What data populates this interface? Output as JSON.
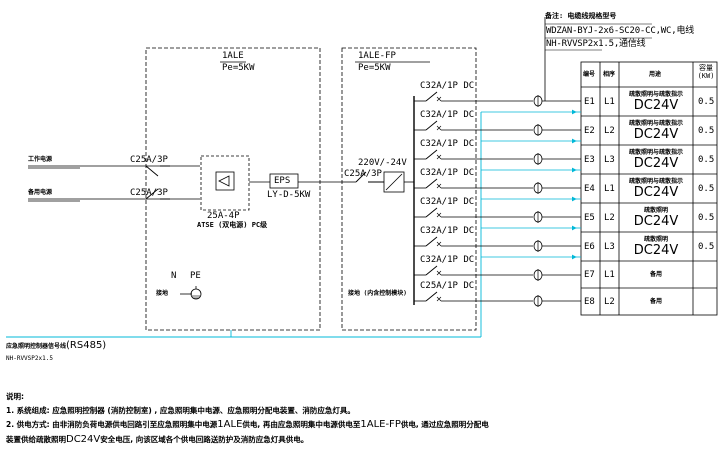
{
  "cable_spec": {
    "header": "备注: 电缆线规格型号",
    "line1": "WDZAN-BYJ-2x6-SC20-CC,WC,电线",
    "line2": "NH-RVVSP2x1.5,通信线"
  },
  "panel_main": {
    "name": "1ALE",
    "power": "Pe=5KW",
    "terminal": "接地"
  },
  "panel_fp": {
    "name": "1ALE-FP",
    "power": "Pe=5KW",
    "terminal": "接地 (内含控制模块)"
  },
  "inputs": [
    {
      "label": "工作电源",
      "breaker": "C25A/3P"
    },
    {
      "label": "备用电源",
      "breaker": "C25A/3P"
    }
  ],
  "atse": {
    "rating": "25A-4P",
    "label": "ATSE (双电源) PC级"
  },
  "eps": {
    "box": "EPS",
    "spec": "LY-D-5KW"
  },
  "fp_input": {
    "breaker": "C25A/3P",
    "transformer": "220V/-24V"
  },
  "ground": {
    "n": "N",
    "pe": "PE"
  },
  "table": {
    "headers": [
      "编号",
      "相序",
      "用途",
      "容量 (KW)"
    ],
    "rows": [
      {
        "id": "E1",
        "phase": "L1",
        "use_top": "疏散照明与疏散指示",
        "use_big": "DC24V",
        "kw": "0.5",
        "breaker": "C32A/1P DC"
      },
      {
        "id": "E2",
        "phase": "L2",
        "use_top": "疏散照明与疏散指示",
        "use_big": "DC24V",
        "kw": "0.5",
        "breaker": "C32A/1P DC"
      },
      {
        "id": "E3",
        "phase": "L3",
        "use_top": "疏散照明与疏散指示",
        "use_big": "DC24V",
        "kw": "0.5",
        "breaker": "C32A/1P DC"
      },
      {
        "id": "E4",
        "phase": "L1",
        "use_top": "疏散照明与疏散指示",
        "use_big": "DC24V",
        "kw": "0.5",
        "breaker": "C32A/1P DC"
      },
      {
        "id": "E5",
        "phase": "L2",
        "use_top": "疏散照明",
        "use_big": "DC24V",
        "kw": "0.5",
        "breaker": "C32A/1P DC"
      },
      {
        "id": "E6",
        "phase": "L3",
        "use_top": "疏散照明",
        "use_big": "DC24V",
        "kw": "0.5",
        "breaker": "C32A/1P DC"
      },
      {
        "id": "E7",
        "phase": "L1",
        "use_top": "备用",
        "use_big": "",
        "kw": "",
        "breaker": "C32A/1P DC"
      },
      {
        "id": "E8",
        "phase": "L2",
        "use_top": "备用",
        "use_big": "",
        "kw": "",
        "breaker": "C25A/1P DC"
      }
    ]
  },
  "bus": {
    "label": "应急照明控制器信号线",
    "protocol": "(RS485)",
    "cable": "NH-RVVSP2x1.5"
  },
  "notes": {
    "title": "说明:",
    "line1": "1. 系统组成: 应急照明控制器 (消防控制室) , 应急照明集中电源、应急照明分配电装置、消防应急灯具。",
    "line2a": "2. 供电方式: 由非消防负荷电源供电回路引至应急照明集中电源",
    "line2b": "1ALE",
    "line2c": "供电, 再由应急照明集中电源供电至",
    "line2d": "1ALE-FP",
    "line2e": "供电, 通过应急照明分配电",
    "line3a": "装置供给疏散照明",
    "line3b": "DC24V",
    "line3c": "安全电压, 向该区域各个供电回路送防护及消防应急灯具供电。"
  },
  "colors": {
    "accent": "#00b8d8"
  }
}
